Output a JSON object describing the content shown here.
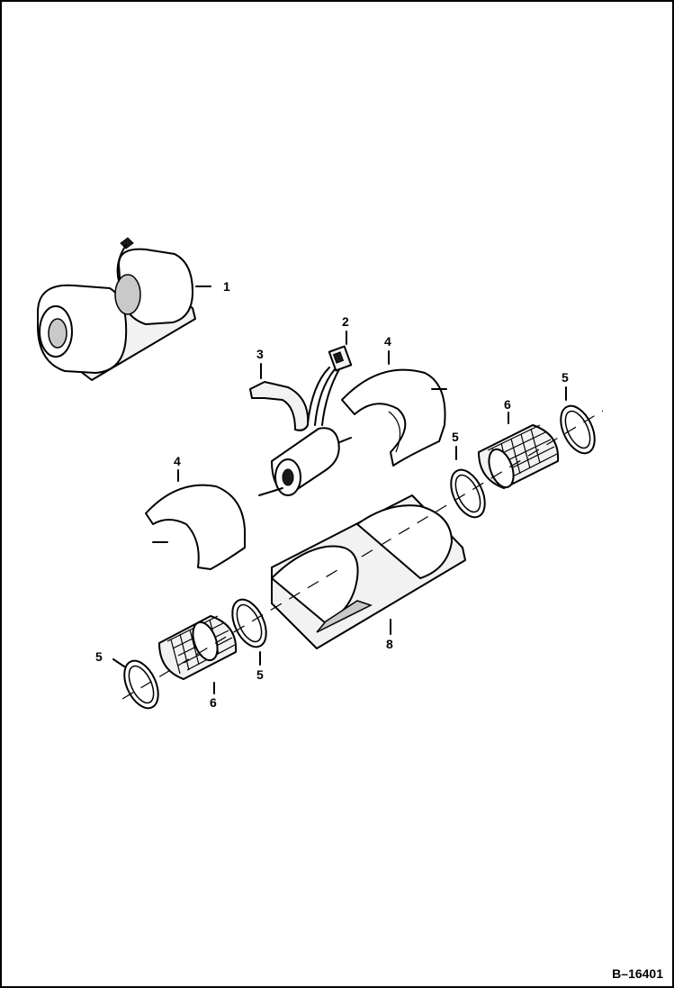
{
  "figure_id": "B–16401",
  "callouts": [
    {
      "id": "c1",
      "label": "1",
      "part": "blower-assembly"
    },
    {
      "id": "c2",
      "label": "2",
      "part": "connector"
    },
    {
      "id": "c3",
      "label": "3",
      "part": "motor-clamp"
    },
    {
      "id": "c4a",
      "label": "4",
      "part": "housing-half-right"
    },
    {
      "id": "c4b",
      "label": "4",
      "part": "housing-half-left"
    },
    {
      "id": "c5a",
      "label": "5",
      "part": "ring-far-right"
    },
    {
      "id": "c5b",
      "label": "5",
      "part": "ring-mid-right"
    },
    {
      "id": "c5c",
      "label": "5",
      "part": "ring-left-inner"
    },
    {
      "id": "c5d",
      "label": "5",
      "part": "ring-left-outer"
    },
    {
      "id": "c6a",
      "label": "6",
      "part": "blower-wheel-right"
    },
    {
      "id": "c6b",
      "label": "6",
      "part": "blower-wheel-left"
    },
    {
      "id": "c8",
      "label": "8",
      "part": "base-housing"
    }
  ]
}
